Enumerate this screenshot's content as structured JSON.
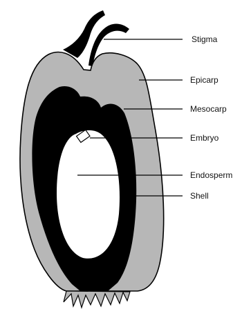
{
  "diagram": {
    "colors": {
      "background": "#ffffff",
      "outline": "#000000",
      "mesocarp_fill": "#b7b7b7",
      "shell_fill": "#000000",
      "endosperm_fill": "#ffffff"
    },
    "labels": {
      "stigma": "Stigma",
      "epicarp": "Epicarp",
      "mesocarp": "Mesocarp",
      "embryo": "Embryo",
      "endosperm": "Endosperm",
      "shell": "Shell"
    }
  }
}
